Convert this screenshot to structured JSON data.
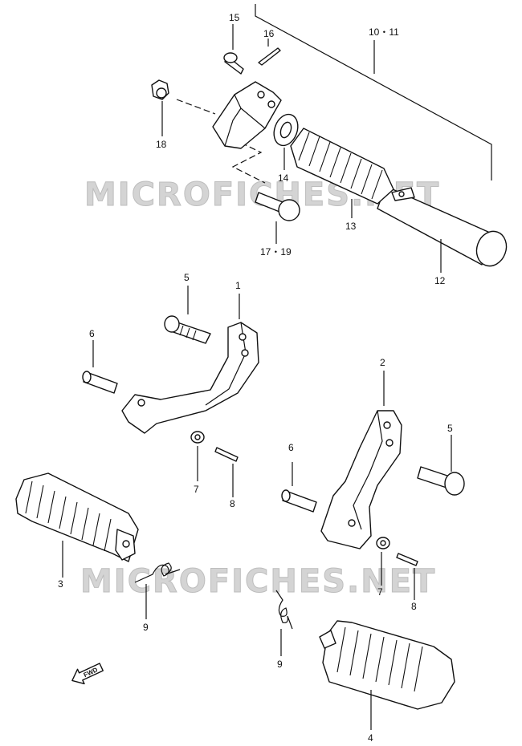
{
  "watermark": "MICROFICHES.NET",
  "fwd_label": "FWD",
  "labels": {
    "l1": "1",
    "l2": "2",
    "l3": "3",
    "l4": "4",
    "l5a": "5",
    "l5b": "5",
    "l6a": "6",
    "l6b": "6",
    "l7a": "7",
    "l7b": "7",
    "l8a": "8",
    "l8b": "8",
    "l9a": "9",
    "l9b": "9",
    "l10_11": "10・11",
    "l12": "12",
    "l13": "13",
    "l14": "14",
    "l15": "15",
    "l16": "16",
    "l17_19": "17・19",
    "l18": "18"
  }
}
